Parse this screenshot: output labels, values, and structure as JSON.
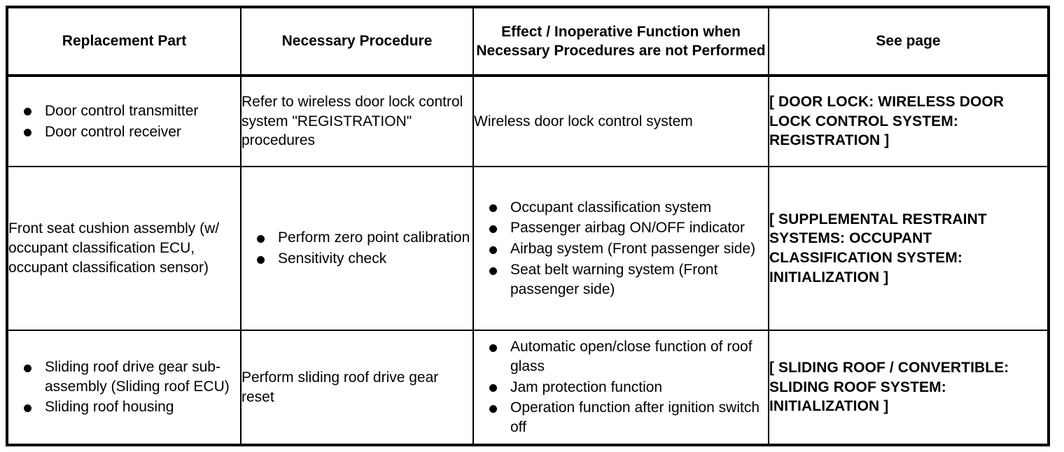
{
  "table": {
    "headers": [
      "Replacement Part",
      "Necessary Procedure",
      "Effect / Inoperative Function when Necessary Procedures are not Performed",
      "See page"
    ],
    "rows": [
      {
        "replacement_part": {
          "type": "bullets",
          "items": [
            "Door control transmitter",
            "Door control receiver"
          ]
        },
        "necessary_procedure": {
          "type": "text",
          "text": "Refer to wireless door lock control system \"REGISTRATION\" procedures"
        },
        "effect": {
          "type": "text",
          "text": "Wireless door lock control system"
        },
        "see_page": {
          "type": "reference",
          "text": "[ DOOR LOCK: WIRELESS DOOR LOCK CONTROL SYSTEM: REGISTRATION ]"
        }
      },
      {
        "replacement_part": {
          "type": "text",
          "text": "Front seat cushion assembly (w/ occupant classification ECU, occupant classification sensor)"
        },
        "necessary_procedure": {
          "type": "bullets",
          "items": [
            "Perform zero point calibration",
            "Sensitivity check"
          ]
        },
        "effect": {
          "type": "bullets",
          "items": [
            "Occupant classification system",
            "Passenger airbag ON/OFF indicator",
            "Airbag system (Front passenger side)",
            "Seat belt warning system (Front passenger side)"
          ]
        },
        "see_page": {
          "type": "reference",
          "text": "[ SUPPLEMENTAL RESTRAINT SYSTEMS: OCCUPANT CLASSIFICATION SYSTEM: INITIALIZATION ]"
        }
      },
      {
        "replacement_part": {
          "type": "bullets",
          "items": [
            "Sliding roof drive gear sub-assembly (Sliding roof ECU)",
            "Sliding roof housing"
          ]
        },
        "necessary_procedure": {
          "type": "text",
          "text": "Perform sliding roof drive gear reset"
        },
        "effect": {
          "type": "bullets",
          "items": [
            "Automatic open/close function of roof glass",
            "Jam protection function",
            "Operation function after ignition switch off"
          ]
        },
        "see_page": {
          "type": "reference",
          "text": "[ SLIDING ROOF / CONVERTIBLE: SLIDING ROOF SYSTEM: INITIALIZATION ]"
        }
      }
    ]
  },
  "colors": {
    "border": "#000000",
    "text": "#000000",
    "background": "#ffffff"
  }
}
